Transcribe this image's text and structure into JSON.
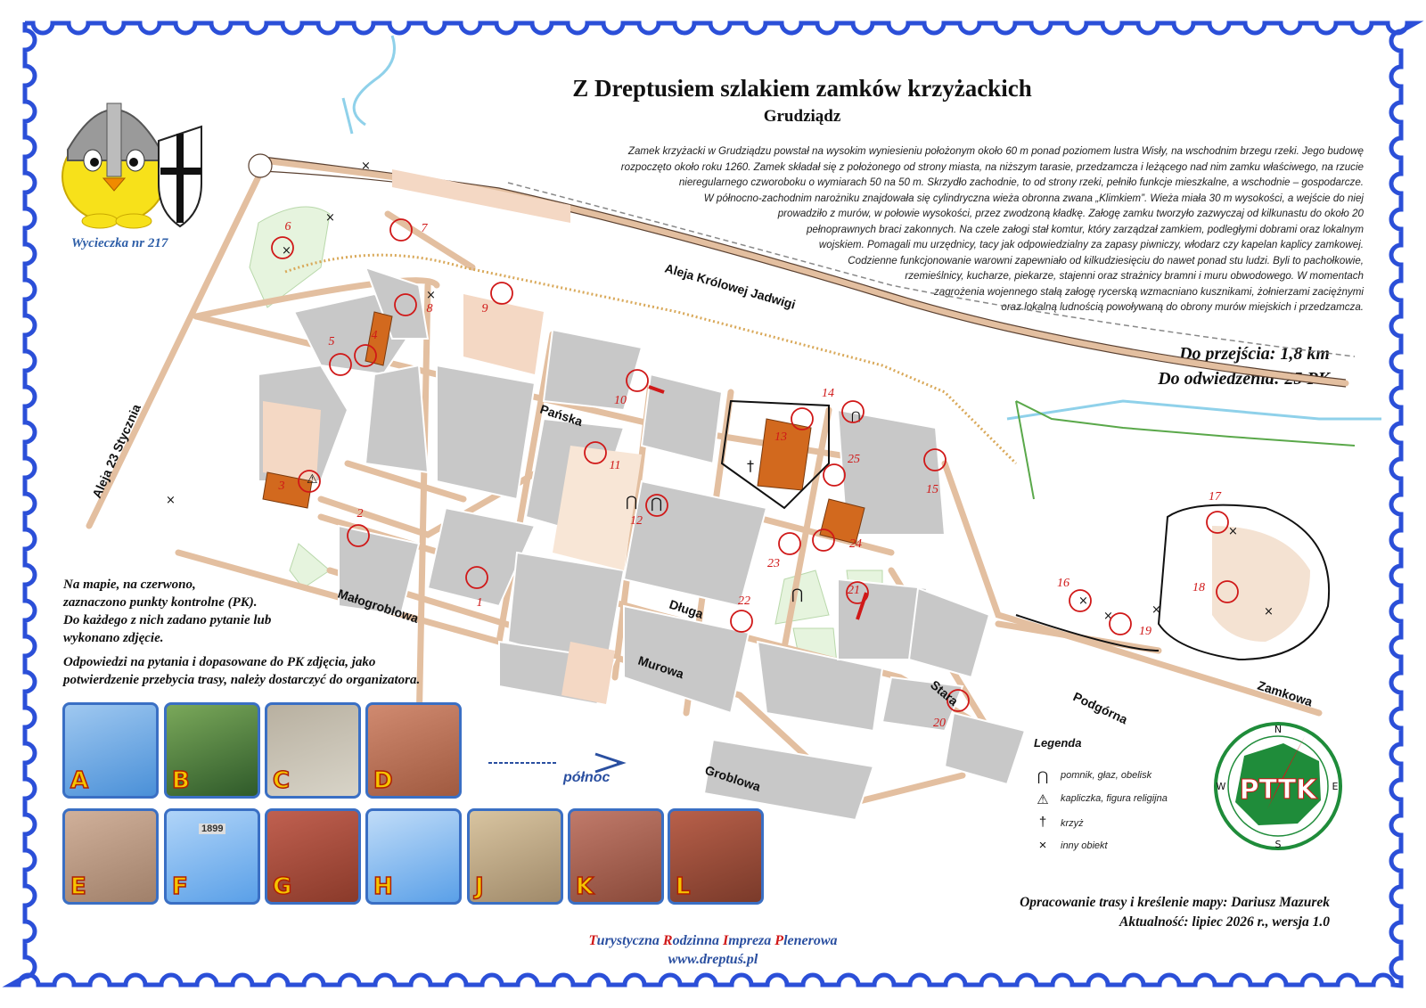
{
  "title": "Z Dreptusiem szlakiem zamków krzyżackich",
  "subtitle": "Grudziądz",
  "description_lines": [
    "Zamek krzyżacki w Grudziądzu powstał na wysokim wyniesieniu położonym około 60 m ponad poziomem lustra Wisły, na wschodnim brzegu rzeki. Jego budowę",
    "rozpoczęto około roku 1260. Zamek składał się z położonego od strony miasta, na niższym tarasie, przedzamcza i leżącego nad nim zamku właściwego, na rzucie",
    "nieregularnego czworoboku o wymiarach 50 na 50 m. Skrzydło zachodnie, to od strony rzeki, pełniło funkcje mieszkalne, a wschodnie – gospodarcze.",
    "W północno-zachodnim narożniku znajdowała się cylindryczna wieża obronna zwana „Klimkiem”. Wieża miała 30 m wysokości, a wejście do niej",
    "prowadziło z murów, w połowie wysokości, przez zwodzoną kładkę. Załogę zamku tworzyło zazwyczaj od kilkunastu do około 20",
    "pełnoprawnych braci zakonnych. Na czele załogi stał komtur, który zarządzał zamkiem, podległymi dobrami oraz lokalnym",
    "wojskiem. Pomagali mu urzędnicy, tacy jak odpowiedzialny za zapasy piwniczy, włodarz czy kapelan kaplicy zamkowej.",
    "Codzienne funkcjonowanie warowni zapewniało od kilkudziesięciu do nawet ponad stu ludzi. Byli to pachołkowie,",
    "rzemieślnicy, kucharze, piekarze, stajenni oraz strażnicy bramni i muru obwodowego. W momentach",
    "zagrożenia wojennego stałą załogę rycerską wzmacniano kusznikami, żołnierzami zaciężnymi",
    "oraz lokalną ludnością powoływaną do obrony murów miejskich i przedzamcza."
  ],
  "distance": "Do przejścia: 1,8 km",
  "checkpoints": "Do odwiedzenia: 25 PK",
  "trip_number": "Wycieczka nr 217",
  "note1": [
    "Na mapie, na czerwono,",
    "zaznaczono punkty kontrolne (PK).",
    "Do każdego z nich zadano pytanie lub",
    "wykonano zdjęcie."
  ],
  "note2": [
    "Odpowiedzi na pytania i dopasowane do PK zdjęcia, jako",
    "potwierdzenie przebycia trasy, należy dostarczyć do organizatora."
  ],
  "north_label": "północ",
  "streets": {
    "aleja_jadwigi": "Aleja Królowej Jadwigi",
    "aleja_stycznia": "Aleja 23 Stycznia",
    "panska": "Pańska",
    "dluga": "Długa",
    "murowa": "Murowa",
    "malogroblowa": "Małogroblowa",
    "groblowa": "Groblowa",
    "stara": "Stara",
    "podgorna": "Podgórna",
    "zamkowa": "Zamkowa"
  },
  "pk_labels": [
    "1",
    "2",
    "3",
    "4",
    "5",
    "6",
    "7",
    "8",
    "9",
    "10",
    "11",
    "12",
    "13",
    "14",
    "15",
    "16",
    "17",
    "18",
    "19",
    "20",
    "21",
    "22",
    "23",
    "24",
    "25"
  ],
  "photo_letters": [
    "A",
    "B",
    "C",
    "D",
    "E",
    "F",
    "G",
    "H",
    "J",
    "K",
    "L"
  ],
  "photo_f_year": "1899",
  "legend": {
    "title": "Legenda",
    "items": [
      {
        "icon": "monument-icon",
        "label": "pomnik, głaz, obelisk"
      },
      {
        "icon": "chapel-icon",
        "label": "kapliczka, figura religijna"
      },
      {
        "icon": "cross-icon",
        "label": "krzyż"
      },
      {
        "icon": "other-object-icon",
        "label": "inny obiekt"
      }
    ]
  },
  "credit1": "Opracowanie trasy i kreślenie mapy: Dariusz Mazurek",
  "credit2": "Aktualność: lipiec 2026 r., wersja 1.0",
  "footer_words": [
    {
      "cap": "T",
      "rest": "urystyczna "
    },
    {
      "cap": "R",
      "rest": "odzinna "
    },
    {
      "cap": "I",
      "rest": "mpreza "
    },
    {
      "cap": "P",
      "rest": "lenerowa"
    }
  ],
  "website": "www.dreptuś.pl",
  "pttk": {
    "text": "PTTK",
    "n": "N",
    "e": "E",
    "s": "S",
    "w": "W"
  },
  "colors": {
    "stamp_border": "#2b4fd8",
    "checkpoint": "#d01818",
    "building": "#c8c8c8",
    "church": "#d2691e",
    "road": "#e3bfa0"
  }
}
